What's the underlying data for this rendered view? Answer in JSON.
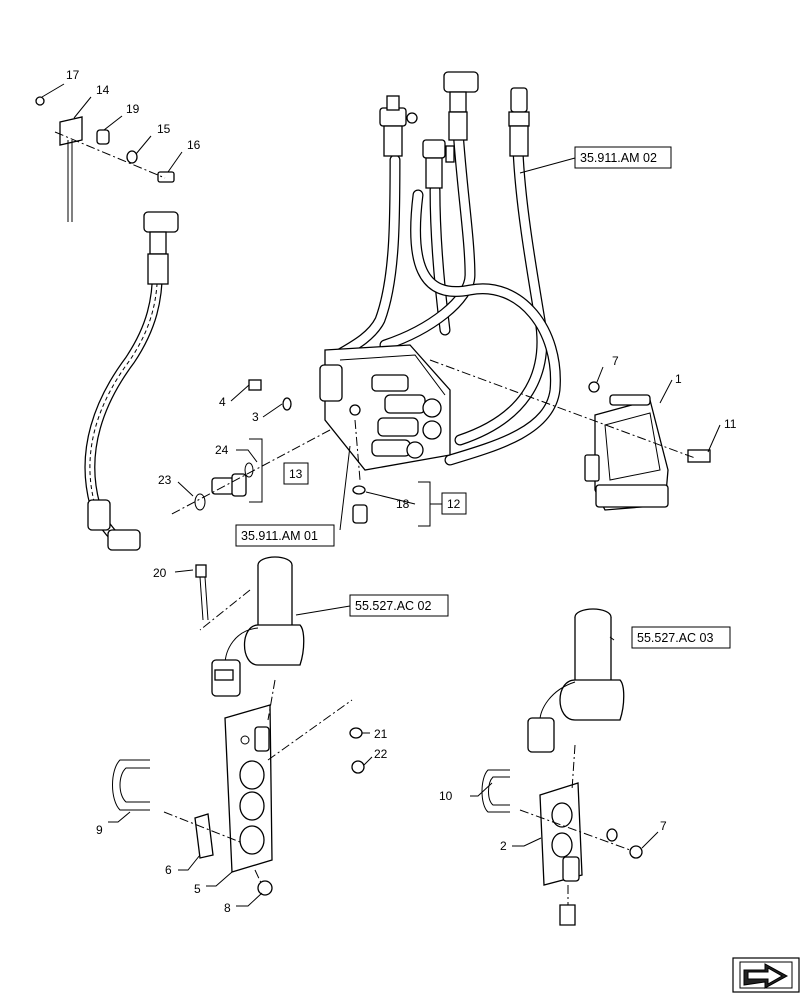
{
  "labels": {
    "p1": "1",
    "p2": "2",
    "p3": "3",
    "p4": "4",
    "p5": "5",
    "p6": "6",
    "p7a": "7",
    "p7b": "7",
    "p8": "8",
    "p9": "9",
    "p10": "10",
    "p11": "11",
    "p12": "12",
    "p13": "13",
    "p14": "14",
    "p15": "15",
    "p16": "16",
    "p17": "17",
    "p18": "18",
    "p19": "19",
    "p20": "20",
    "p21": "21",
    "p22": "22",
    "p23": "23",
    "p24": "24"
  },
  "references": {
    "am02": "35.911.AM 02",
    "am01": "35.911.AM 01",
    "ac02": "55.527.AC 02",
    "ac03": "55.527.AC 03"
  },
  "icons": {
    "navigation": "next-page-arrow-icon"
  }
}
